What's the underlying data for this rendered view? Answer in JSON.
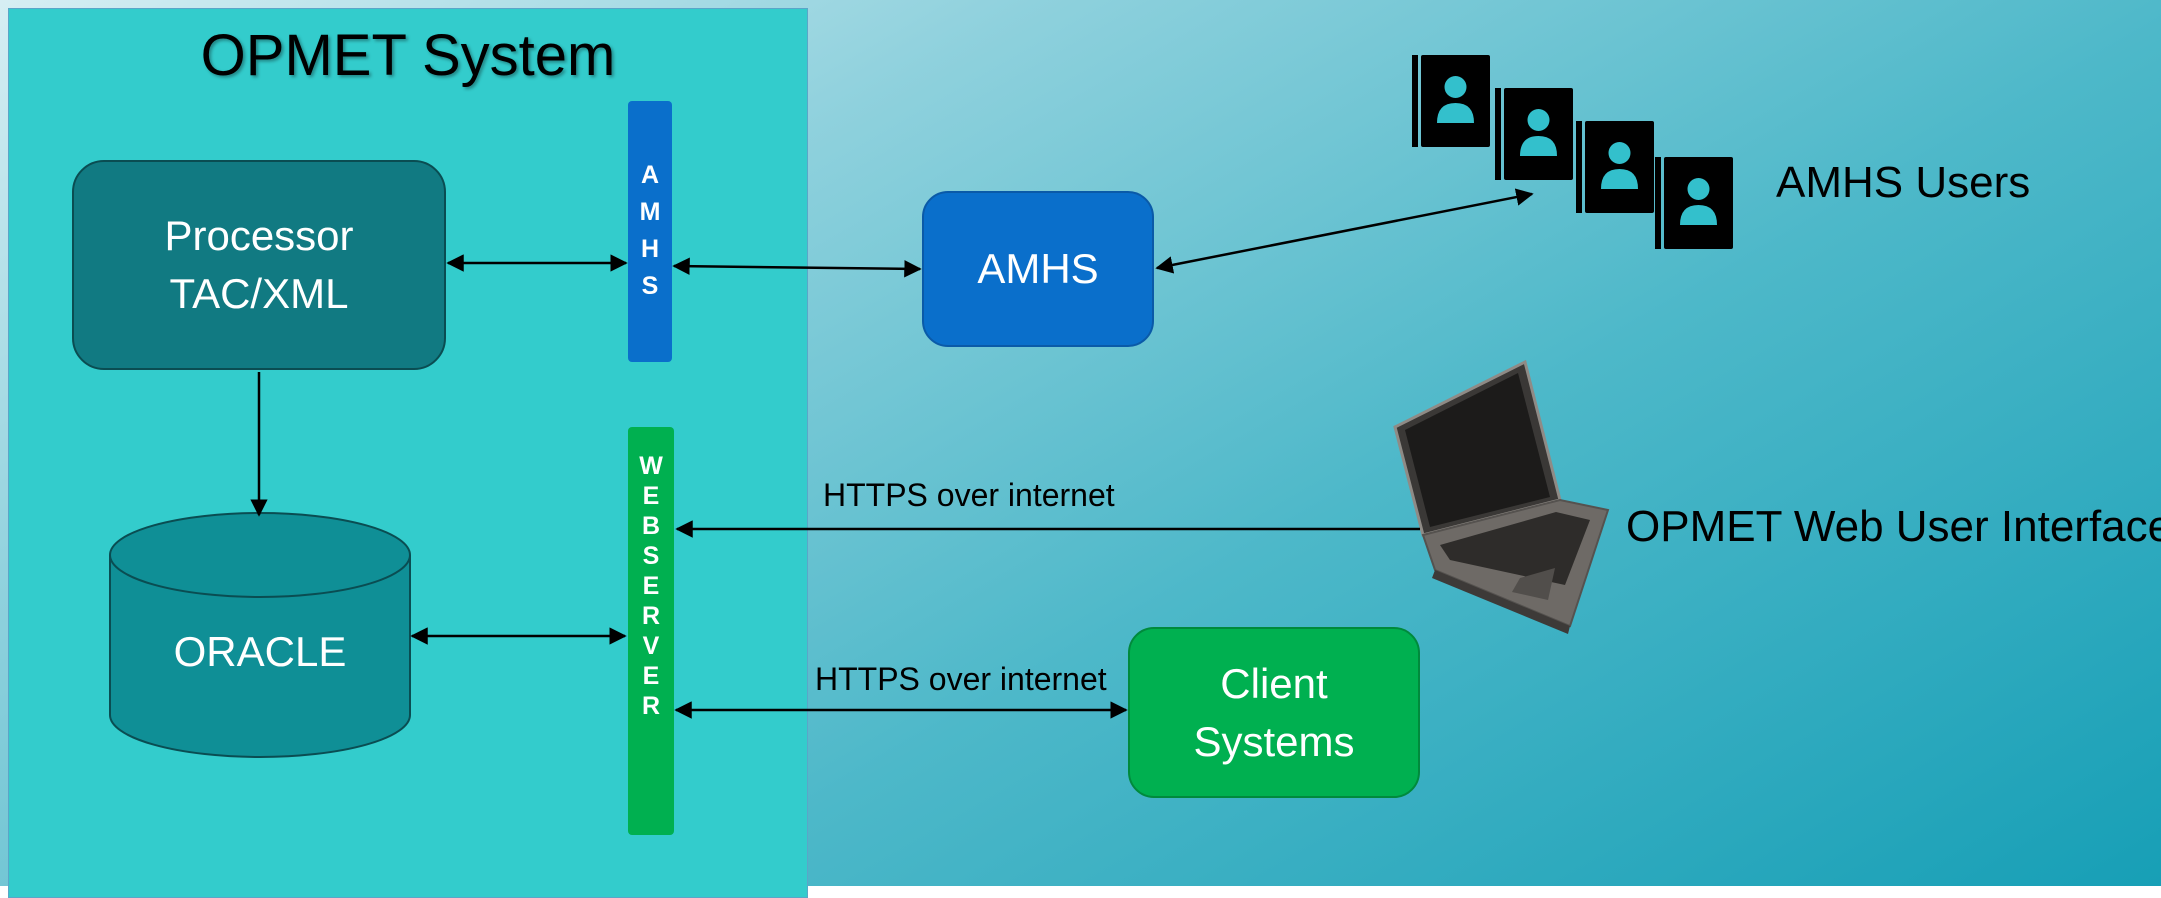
{
  "title": "OPMET System",
  "nodes": {
    "processor": {
      "line1": "Processor",
      "line2": "TAC/XML"
    },
    "oracle": "ORACLE",
    "amhs_bar": [
      "A",
      "M",
      "H",
      "S"
    ],
    "webserver_bar": [
      "W",
      "E",
      "B",
      "S",
      "E",
      "R",
      "V",
      "E",
      "R"
    ],
    "amhs": "AMHS",
    "client": {
      "line1": "Client",
      "line2": "Systems"
    }
  },
  "labels": {
    "amhs_users": "AMHS Users",
    "web_ui": "OPMET Web User Interface",
    "https_web": "HTTPS over internet",
    "https_client": "HTTPS over internet"
  },
  "colors": {
    "system_panel": "#33cccc",
    "processor": "#117a82",
    "oracle": "#0f8f96",
    "amhs": "#0a6fcb",
    "webserver": "#00b050"
  },
  "icons": [
    "contact-book-icon",
    "laptop-icon"
  ]
}
